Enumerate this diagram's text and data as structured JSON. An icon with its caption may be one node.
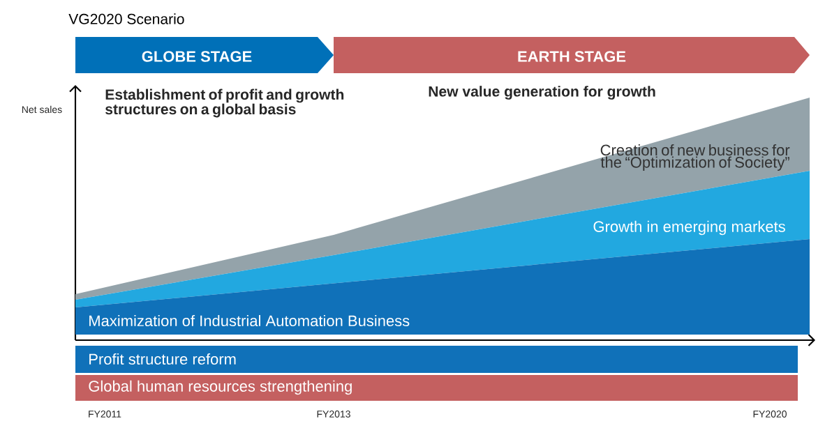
{
  "diagram": {
    "title": "VG2020 Scenario",
    "nodes": [
      {
        "text": [
          "GLOBE STAGE"
        ]
      },
      {
        "text": [
          "EARTH STAGE"
        ]
      },
      {
        "text": [
          "Creation of new business for the “Optimization of Society”"
        ]
      },
      {
        "text": [
          "Growth in emerging markets"
        ]
      },
      {
        "text": [
          "Maximization of Industrial Automation Business"
        ]
      },
      {
        "text": [
          "Profit structure reform"
        ]
      },
      {
        "text": [
          "Global human resources strengthening"
        ]
      }
    ],
    "labels": [
      "Net sales",
      "Establishment of profit and growth structures on a global basis",
      "New value generation for growth",
      "FY2011",
      "FY2013",
      "FY2020"
    ]
  }
}
